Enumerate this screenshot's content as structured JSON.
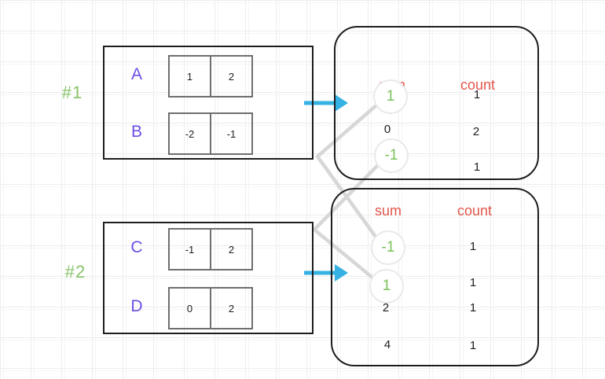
{
  "examples": [
    {
      "id": "#1",
      "arrays": [
        {
          "name": "A",
          "values": [
            "1",
            "2"
          ]
        },
        {
          "name": "B",
          "values": [
            "-2",
            "-1"
          ]
        }
      ],
      "table": {
        "sum_header": "sum",
        "count_header": "count",
        "rows": [
          {
            "sum": "1",
            "count": "1",
            "highlighted": true
          },
          {
            "sum": "0",
            "count": "2",
            "highlighted": false
          },
          {
            "sum": "-1",
            "count": "1",
            "highlighted": true
          }
        ]
      }
    },
    {
      "id": "#2",
      "arrays": [
        {
          "name": "C",
          "values": [
            "-1",
            "2"
          ]
        },
        {
          "name": "D",
          "values": [
            "0",
            "2"
          ]
        }
      ],
      "table": {
        "sum_header": "sum",
        "count_header": "count",
        "rows": [
          {
            "sum": "-1",
            "count": "1",
            "highlighted": true
          },
          {
            "sum": "1",
            "count": "1",
            "highlighted": true
          },
          {
            "sum": "2",
            "count": "1",
            "highlighted": false
          },
          {
            "sum": "4",
            "count": "1",
            "highlighted": false
          }
        ]
      }
    }
  ],
  "connections": [
    {
      "from": "example1 sum 1",
      "to": "example2 sum -1"
    },
    {
      "from": "example1 sum -1",
      "to": "example2 sum 1"
    }
  ],
  "colors": {
    "example_label_green": "#87c36a",
    "highlight_green": "#7cc25b",
    "array_name_purple": "#6d4de4",
    "header_orange": "#e2574c",
    "arrow_cyan": "#35b2e3",
    "connector_gray": "#d7d7d7",
    "text_black": "#1d1d1d"
  }
}
